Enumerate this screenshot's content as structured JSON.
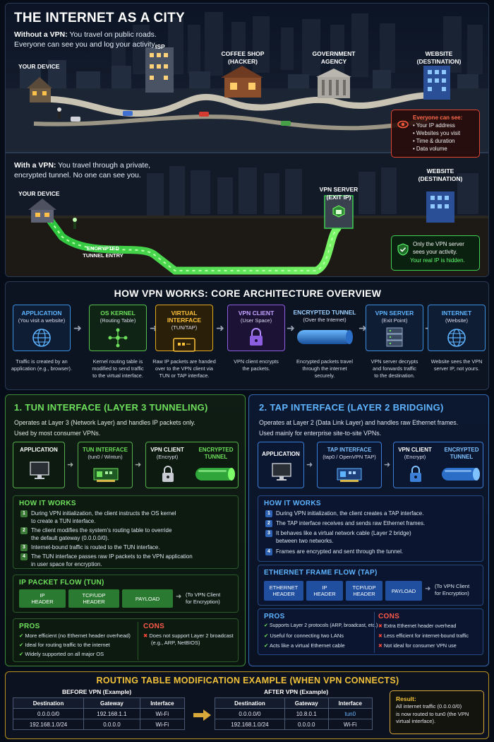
{
  "city": {
    "title": "THE INTERNET AS A CITY",
    "without_bold": "Without a VPN:",
    "without_text1": "You travel on public roads.",
    "without_text2": "Everyone can see you and log your activity.",
    "your_device": "YOUR DEVICE",
    "isp": "ISP",
    "coffee_line1": "COFFEE SHOP",
    "coffee_line2": "(HACKER)",
    "gov_line1": "GOVERNMENT",
    "gov_line2": "AGENCY",
    "website_line1": "WEBSITE",
    "website_line2": "(DESTINATION)",
    "exposed_title": "Everyone can see:",
    "exposed_items": [
      "Your IP address",
      "Websites you visit",
      "Time & duration",
      "Data volume"
    ],
    "with_bold": "With a VPN:",
    "with_text1": "You travel through a private,",
    "with_text2": "encrypted tunnel. No one can see you.",
    "your_device2": "YOUR DEVICE",
    "tunnel_entry_line1": "ENCRYPTED",
    "tunnel_entry_line2": "TUNNEL ENTRY",
    "vpn_server_line1": "VPN SERVER",
    "vpn_server_line2": "(EXIT IP)",
    "website2_line1": "WEBSITE",
    "website2_line2": "(DESTINATION)",
    "safe_line1": "Only the VPN server",
    "safe_line2": "sees your activity.",
    "safe_line3": "Your real IP is hidden."
  },
  "arch": {
    "title": "HOW VPN WORKS: CORE ARCHITECTURE OVERVIEW",
    "boxes": [
      {
        "title": "APPLICATION",
        "sub": "(You visit a website)",
        "desc1": "Traffic is created by an",
        "desc2": "application (e.g., browser).",
        "desc3": ""
      },
      {
        "title": "OS KERNEL",
        "sub": "(Routing Table)",
        "desc1": "Kernel routing table is",
        "desc2": "modified to send traffic",
        "desc3": "to the virtual interface."
      },
      {
        "title": "VIRTUAL INTERFACE",
        "sub": "(TUN/TAP)",
        "desc1": "Raw IP packets are handed",
        "desc2": "over to the VPN client via",
        "desc3": "TUN or TAP interface."
      },
      {
        "title": "VPN CLIENT",
        "sub": "(User Space)",
        "desc1": "VPN client encrypts",
        "desc2": "the packets.",
        "desc3": ""
      },
      {
        "title": "ENCRYPTED TUNNEL",
        "sub": "(Over the Internet)",
        "desc1": "Encrypted packets travel",
        "desc2": "through the internet",
        "desc3": "securely."
      },
      {
        "title": "VPN SERVER",
        "sub": "(Exit Point)",
        "desc1": "VPN server decrypts",
        "desc2": "and forwards traffic",
        "desc3": "to the destination."
      },
      {
        "title": "INTERNET",
        "sub": "(Website)",
        "desc1": "Website sees the VPN",
        "desc2": "server IP, not yours.",
        "desc3": ""
      }
    ]
  },
  "tun": {
    "title": "1. TUN INTERFACE (LAYER 3 TUNNELING)",
    "desc1": "Operates at Layer 3 (Network Layer) and handles IP packets only.",
    "desc2": "Used by most consumer VPNs.",
    "diagram": {
      "app": "APPLICATION",
      "iface": "TUN INTERFACE",
      "iface_sub": "(tun0 / Wintun)",
      "client": "VPN CLIENT",
      "client_sub": "(Encrypt)",
      "tunnel_line1": "ENCRYPTED",
      "tunnel_line2": "TUNNEL"
    },
    "how_title": "HOW IT WORKS",
    "steps": [
      {
        "n": "1",
        "l1": "During VPN initialization, the client instructs the OS kernel",
        "l2": "to create a TUN interface."
      },
      {
        "n": "2",
        "l1": "The client modifies the system's routing table to override",
        "l2": "the default gateway (0.0.0.0/0)."
      },
      {
        "n": "3",
        "l1": "Internet-bound traffic is routed to the TUN interface.",
        "l2": ""
      },
      {
        "n": "4",
        "l1": "The TUN interface passes raw IP packets to the VPN application",
        "l2": "in user space for encryption."
      }
    ],
    "flow_title": "IP PACKET FLOW (TUN)",
    "flow": [
      {
        "l1": "IP",
        "l2": "HEADER"
      },
      {
        "l1": "TCP/UDP",
        "l2": "HEADER"
      },
      {
        "l1": "PAYLOAD",
        "l2": ""
      }
    ],
    "flow_note1": "(To VPN Client",
    "flow_note2": "for Encryption)",
    "pros_title": "PROS",
    "pros": [
      "More efficient (no Ethernet header overhead)",
      "Ideal for routing traffic to the internet",
      "Widely supported on all major OS"
    ],
    "cons_title": "CONS",
    "cons_l1": "Does not support Layer 2 broadcast",
    "cons_l2": "(e.g., ARP, NetBIOS)"
  },
  "tap": {
    "title": "2. TAP INTERFACE (LAYER 2 BRIDGING)",
    "desc1": "Operates at Layer 2 (Data Link Layer) and handles raw Ethernet frames.",
    "desc2": "Used mainly for enterprise site-to-site VPNs.",
    "diagram": {
      "app": "APPLICATION",
      "iface": "TAP INTERFACE",
      "iface_sub": "(tap0 / OpenVPN TAP)",
      "client": "VPN CLIENT",
      "client_sub": "(Encrypt)",
      "tunnel_line1": "ENCRYPTED",
      "tunnel_line2": "TUNNEL"
    },
    "how_title": "HOW IT WORKS",
    "steps": [
      {
        "n": "1",
        "l1": "During VPN initialization, the client creates a TAP interface.",
        "l2": ""
      },
      {
        "n": "2",
        "l1": "The TAP interface receives and sends raw Ethernet frames.",
        "l2": ""
      },
      {
        "n": "3",
        "l1": "It behaves like a virtual network cable (Layer 2 bridge)",
        "l2": "between two networks."
      },
      {
        "n": "4",
        "l1": "Frames are encrypted and sent through the tunnel.",
        "l2": ""
      }
    ],
    "flow_title": "ETHERNET FRAME FLOW (TAP)",
    "flow": [
      {
        "l1": "ETHERNET",
        "l2": "HEADER"
      },
      {
        "l1": "IP",
        "l2": "HEADER"
      },
      {
        "l1": "TCP/UDP",
        "l2": "HEADER"
      },
      {
        "l1": "PAYLOAD",
        "l2": ""
      }
    ],
    "flow_note1": "(To VPN Client",
    "flow_note2": "for Encryption)",
    "pros_title": "PROS",
    "pros": [
      "Supports Layer 2 protocols (ARP, broadcast, etc.)",
      "Useful for connecting two LANs",
      "Acts like a virtual Ethernet cable"
    ],
    "cons_title": "CONS",
    "cons": [
      "Extra Ethernet header overhead",
      "Less efficient for internet-bound traffic",
      "Not ideal for consumer VPN use"
    ]
  },
  "routing": {
    "title": "ROUTING TABLE MODIFICATION EXAMPLE (WHEN VPN CONNECTS)",
    "before_title": "BEFORE VPN (Example)",
    "after_title": "AFTER VPN (Example)",
    "headers": [
      "Destination",
      "Gateway",
      "Interface"
    ],
    "before_rows": [
      [
        "0.0.0.0/0",
        "192.168.1.1",
        "Wi-Fi"
      ],
      [
        "192.168.1.0/24",
        "0.0.0.0",
        "Wi-Fi"
      ]
    ],
    "after_rows": [
      [
        "0.0.0.0/0",
        "10.8.0.1",
        "tun0"
      ],
      [
        "192.168.1.0/24",
        "0.0.0.0",
        "Wi-Fi"
      ]
    ],
    "result_title": "Result:",
    "result_l1": "All internet traffic (0.0.0.0/0)",
    "result_l2": "is now routed to tun0 (the VPN",
    "result_l3": "virtual interface)."
  }
}
